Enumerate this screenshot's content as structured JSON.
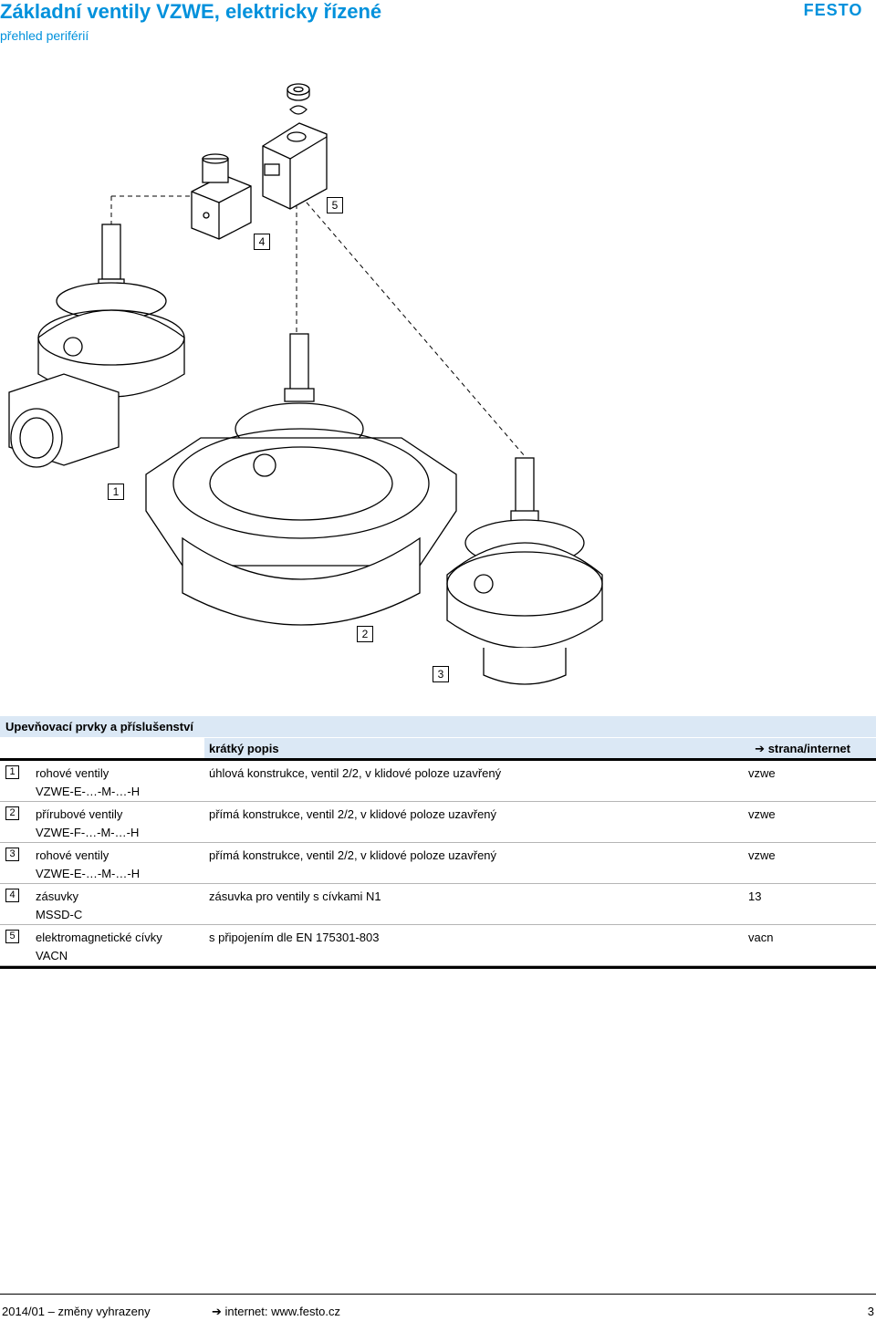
{
  "header": {
    "title": "Základní ventily VZWE, elektricky řízené",
    "subtitle": "přehled periférií",
    "logo_text": "FESTO",
    "brand_color": "#0091dc"
  },
  "callouts": {
    "c1": "1",
    "c2": "2",
    "c3": "3",
    "c4": "4",
    "c5": "5"
  },
  "table": {
    "title": "Upevňovací prvky a příslušenství",
    "col_desc": "krátký popis",
    "col_ref_arrow": "➔",
    "col_ref": "strana/internet",
    "rows": [
      {
        "num": "1",
        "name": "rohové ventily",
        "code": "VZWE-E-…-M-…-H",
        "desc": "úhlová konstrukce, ventil 2/2, v klidové poloze uzavřený",
        "ref": "vzwe"
      },
      {
        "num": "2",
        "name": "přírubové ventily",
        "code": "VZWE-F-…-M-…-H",
        "desc": "přímá konstrukce, ventil 2/2, v klidové poloze uzavřený",
        "ref": "vzwe"
      },
      {
        "num": "3",
        "name": "rohové ventily",
        "code": "VZWE-E-…-M-…-H",
        "desc": "přímá konstrukce, ventil 2/2, v klidové poloze uzavřený",
        "ref": "vzwe"
      },
      {
        "num": "4",
        "name": "zásuvky",
        "code": "MSSD-C",
        "desc": "zásuvka pro ventily s cívkami N1",
        "ref": "13"
      },
      {
        "num": "5",
        "name": "elektromagnetické cívky",
        "code": "VACN",
        "desc": "s připojením dle EN 175301-803",
        "ref": "vacn"
      }
    ]
  },
  "footer": {
    "left": "2014/01 – změny vyhrazeny",
    "arrow": "➔",
    "mid": "internet: www.festo.cz",
    "page": "3"
  }
}
